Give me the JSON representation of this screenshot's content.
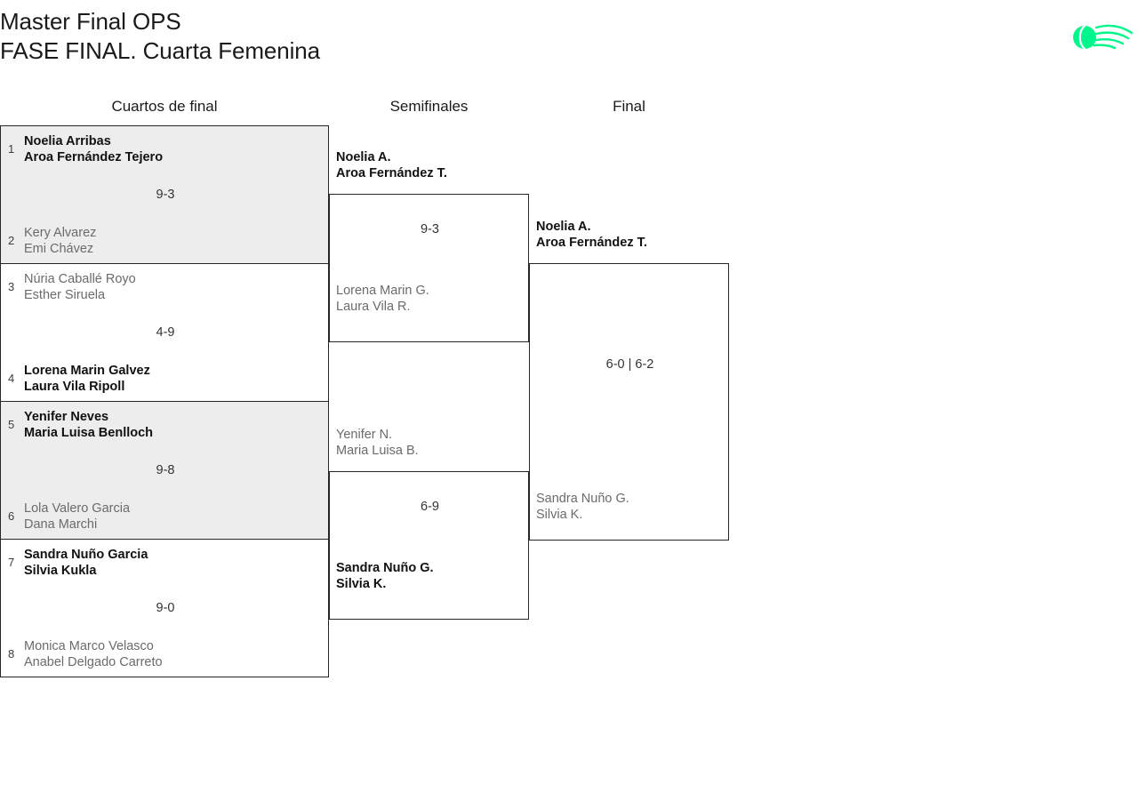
{
  "header": {
    "title_line1": "Master Final OPS",
    "title_line2": "FASE FINAL. Cuarta Femenina",
    "logo_name": "padel-ball-logo",
    "logo_color": "#00F58C"
  },
  "rounds": [
    {
      "label": "Cuartos de final"
    },
    {
      "label": "Semifinales"
    },
    {
      "label": "Final"
    }
  ],
  "colors": {
    "shaded_row": "#ededed",
    "border": "#262626",
    "winner_text": "#111111",
    "loser_text": "#6b6b6b",
    "score_text": "#333333"
  },
  "quarterfinals": [
    {
      "score": "9-3",
      "top": {
        "seed": "1",
        "line1": "Noelia Arribas",
        "line2": "Aroa Fernández Tejero",
        "result": "winner"
      },
      "bottom": {
        "seed": "2",
        "line1": "Kery Alvarez",
        "line2": "Emi Chávez",
        "result": "loser"
      }
    },
    {
      "score": "4-9",
      "top": {
        "seed": "3",
        "line1": "Núria Caballé Royo",
        "line2": "Esther Siruela",
        "result": "loser"
      },
      "bottom": {
        "seed": "4",
        "line1": "Lorena Marin Galvez",
        "line2": "Laura Vila Ripoll",
        "result": "winner"
      }
    },
    {
      "score": "9-8",
      "top": {
        "seed": "5",
        "line1": "Yenifer Neves",
        "line2": "Maria Luisa Benlloch",
        "result": "winner"
      },
      "bottom": {
        "seed": "6",
        "line1": "Lola Valero Garcia",
        "line2": "Dana Marchi",
        "result": "loser"
      }
    },
    {
      "score": "9-0",
      "top": {
        "seed": "7",
        "line1": "Sandra Nuño Garcia",
        "line2": "Silvia Kukla",
        "result": "winner"
      },
      "bottom": {
        "seed": "8",
        "line1": "Monica Marco Velasco",
        "line2": "Anabel Delgado Carreto",
        "result": "loser"
      }
    }
  ],
  "semifinals": [
    {
      "score": "9-3",
      "top": {
        "line1": "Noelia A.",
        "line2": "Aroa Fernández T.",
        "result": "winner"
      },
      "bottom": {
        "line1": "Lorena Marin G.",
        "line2": "Laura Vila R.",
        "result": "loser"
      }
    },
    {
      "score": "6-9",
      "top": {
        "line1": "Yenifer N.",
        "line2": "Maria Luisa B.",
        "result": "loser"
      },
      "bottom": {
        "line1": "Sandra Nuño G.",
        "line2": "Silvia K.",
        "result": "winner"
      }
    }
  ],
  "final": {
    "score": "6-0 | 6-2",
    "top": {
      "line1": "Noelia A.",
      "line2": "Aroa Fernández T.",
      "result": "winner"
    },
    "bottom": {
      "line1": "Sandra Nuño G.",
      "line2": "Silvia K.",
      "result": "loser"
    }
  }
}
